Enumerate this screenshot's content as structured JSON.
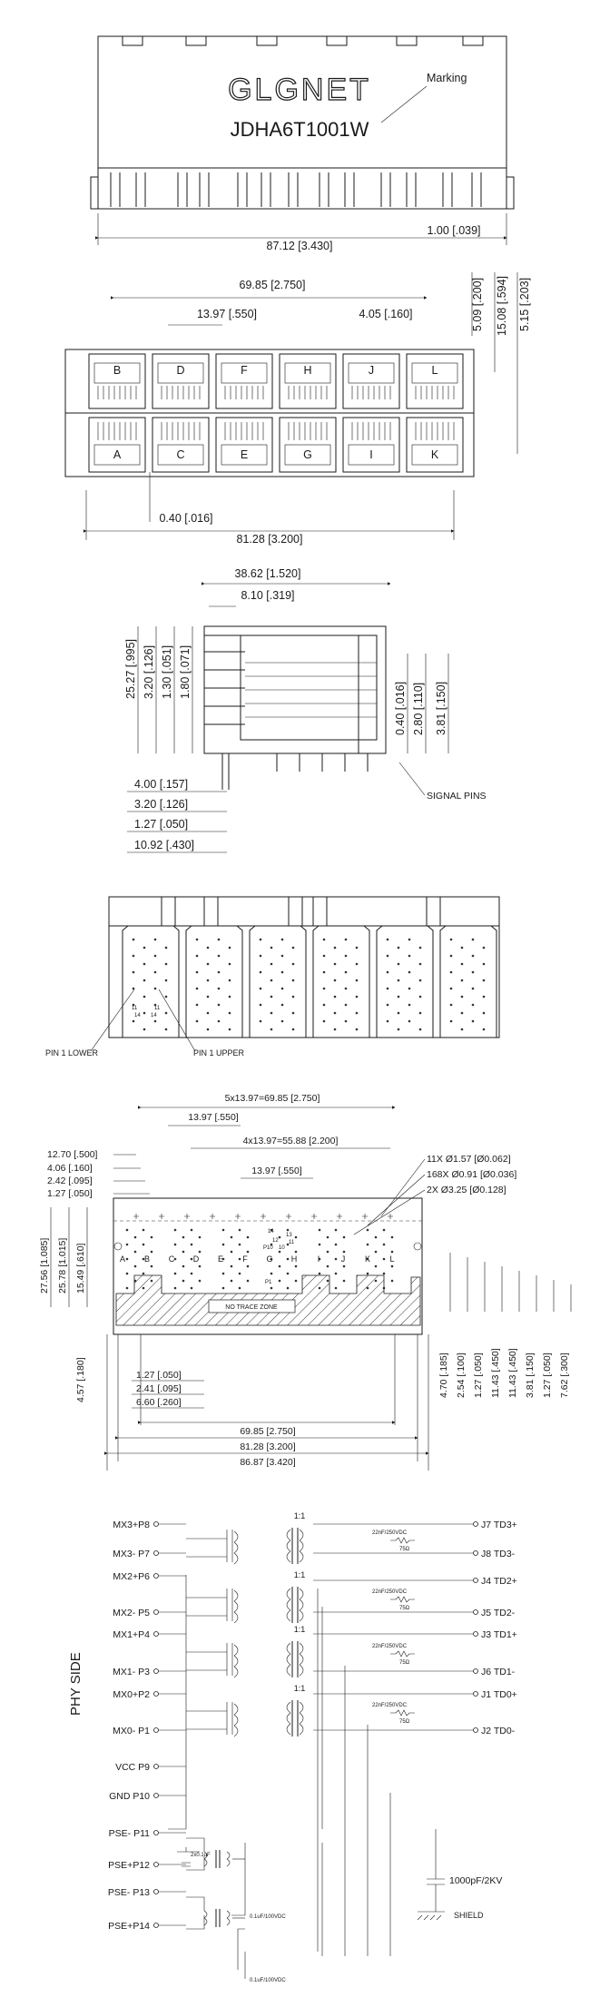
{
  "front": {
    "brand": "GLGNET",
    "part": "JDHA6T1001W",
    "marking": "Marking",
    "dim_total": "87.12 [3.430]",
    "dim_small": "1.00 [.039]"
  },
  "top": {
    "d_span": "69.85 [2.750]",
    "d_pitch": "13.97 [.550]",
    "d_4": "4.05 [.160]",
    "d_h1": "5.09 [.200]",
    "d_h2": "15.08 [.594]",
    "d_h3": "5.15 [.203]",
    "d_pin": "0.40 [.016]",
    "d_base": "81.28 [3.200]",
    "ports_upper": [
      "B",
      "D",
      "F",
      "H",
      "J",
      "L"
    ],
    "ports_lower": [
      "A",
      "C",
      "E",
      "G",
      "I",
      "K"
    ]
  },
  "side": {
    "d_width": "38.62 [1.520]",
    "d_top": "8.10 [.319]",
    "d_left": [
      "25.27 [.995]",
      "3.20 [.126]",
      "1.30 [.051]",
      "1.80 [.071]"
    ],
    "d_right": [
      "0.40 [.016]",
      "2.80 [.110]",
      "3.81 [.150]"
    ],
    "d_bottom": [
      "4.00 [.157]",
      "3.20 [.126]",
      "1.27 [.050]",
      "10.92 [.430]"
    ],
    "signal_pins": "SIGNAL PINS"
  },
  "bottom_view": {
    "pin1_lower": "PIN 1 LOWER",
    "pin1_upper": "PIN 1 UPPER",
    "p11": "11",
    "p14": "14"
  },
  "pcb": {
    "d_top1": "5x13.97=69.85 [2.750]",
    "d_top2": "13.97 [.550]",
    "d_top3": "4x13.97=55.88 [2.200]",
    "d_top4": "13.97 [.550]",
    "d_left": [
      "12.70 [.500]",
      "4.06 [.160]",
      "2.42 [.095]",
      "1.27 [.050]"
    ],
    "holes": [
      "11X Ø1.57 [Ø0.062]",
      "168X Ø0.91 [Ø0.036]",
      "2X Ø3.25 [Ø0.128]"
    ],
    "d_vert_left": [
      "27.56 [1.085]",
      "25.78 [1.015]",
      "15.49 [.610]"
    ],
    "d_4_57": "4.57 [.180]",
    "no_trace": "NO TRACE ZONE",
    "d_right": [
      "4.70 [.185]",
      "2.54 [.100]",
      "1.27 [.050]",
      "11.43 [.450]",
      "11.43 [.450]",
      "3.81 [.150]",
      "1.27 [.050]",
      "7.62 [.300]"
    ],
    "d_bot_small": [
      "1.27 [.050]",
      "2.41 [.095]",
      "6.60 [.260]"
    ],
    "d_bot_big": [
      "69.85 [2.750]",
      "81.28 [3.200]",
      "86.87 [3.420]"
    ],
    "letters": [
      "A",
      "B",
      "C",
      "D",
      "E",
      "F",
      "G",
      "H",
      "I",
      "J",
      "K",
      "L"
    ],
    "pin_labels": [
      "14",
      "13",
      "12",
      "11",
      "10",
      "P10",
      "P1"
    ]
  },
  "schematic": {
    "phy_side": "PHY SIDE",
    "ratio": "1:1",
    "left_pins": [
      "MX3+P8",
      "MX3- P7",
      "MX2+P6",
      "MX2- P5",
      "MX1+P4",
      "MX1- P3",
      "MX0+P2",
      "MX0- P1",
      "VCC P9",
      "GND P10",
      "PSE- P11",
      "PSE+P12",
      "PSE- P13",
      "PSE+P14"
    ],
    "right_pins": [
      "J7 TD3+",
      "J8 TD3-",
      "J4 TD2+",
      "J5 TD2-",
      "J3 TD1+",
      "J6 TD1-",
      "J1 TD0+",
      "J2 TD0-"
    ],
    "cap": "22nF/250VDC",
    "res": "75Ω",
    "cap_vcc": "2x0.1uF",
    "cap_pse": "0.1uF/100VDC",
    "cap_shield": "1000pF/2KV",
    "shield": "SHIELD"
  }
}
